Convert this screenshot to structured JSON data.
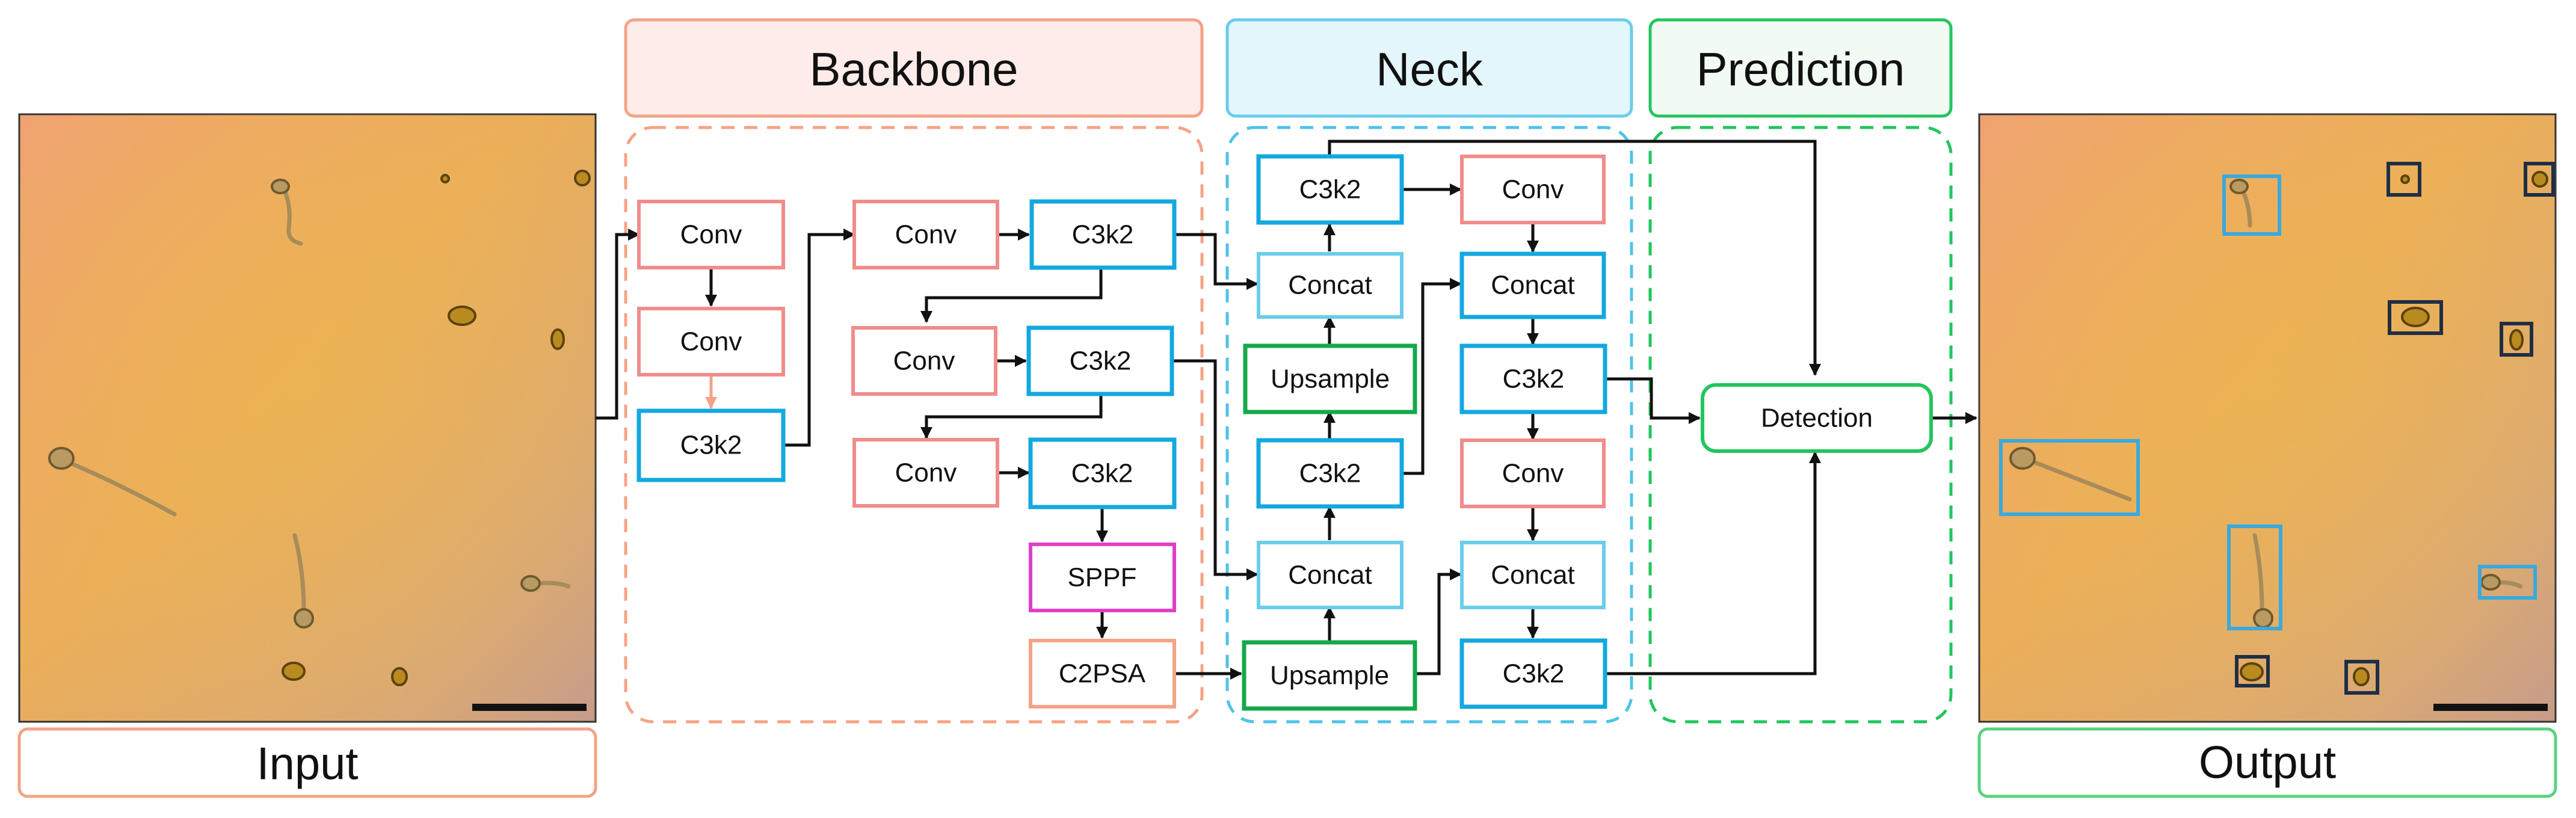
{
  "labels": {
    "input": "Input",
    "output": "Output",
    "backbone": "Backbone",
    "neck": "Neck",
    "prediction": "Prediction"
  },
  "blocks": {
    "bb_conv1": "Conv",
    "bb_conv2": "Conv",
    "bb_c3k2_1": "C3k2",
    "bb_conv3": "Conv",
    "bb_c3k2_2": "C3k2",
    "bb_conv4": "Conv",
    "bb_c3k2_3": "C3k2",
    "bb_conv5": "Conv",
    "bb_c3k2_4": "C3k2",
    "bb_sppf": "SPPF",
    "bb_c2psa": "C2PSA",
    "nk_c3k2_top": "C3k2",
    "nk_concat1": "Concat",
    "nk_upsample1": "Upsample",
    "nk_c3k2_mid": "C3k2",
    "nk_concat2": "Concat",
    "nk_upsample2": "Upsample",
    "nk_conv1": "Conv",
    "nk_concat3": "Concat",
    "nk_c3k2_r1": "C3k2",
    "nk_conv2": "Conv",
    "nk_concat4": "Concat",
    "nk_c3k2_r2": "C3k2",
    "detection": "Detection"
  },
  "colors": {
    "backbone": "#F4A386",
    "neck": "#4FC3E8",
    "prediction": "#22C55E",
    "conv": "#F08C8C",
    "c3k2": "#14A8E0",
    "concat": "#6ACDEB",
    "upsample": "#15A84B",
    "sppf": "#E040C8",
    "c2psa": "#F4A386",
    "detection": "#22C55E",
    "output_box_blue": "#3AA9DD",
    "output_box_dark": "#1F2F45"
  }
}
